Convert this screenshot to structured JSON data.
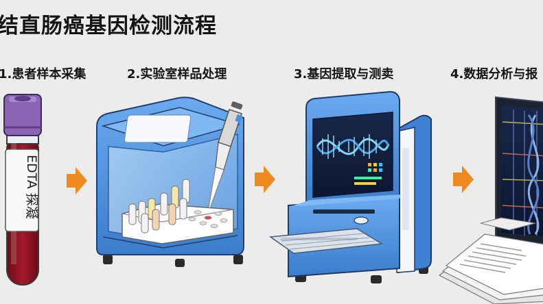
{
  "title": "结直肠癌基因检测流程",
  "steps": [
    {
      "label": "1.患者样本采集"
    },
    {
      "label": "2.实验室样品处理"
    },
    {
      "label": "3.基因提取与测卖"
    },
    {
      "label": "4.数据分析与报"
    }
  ],
  "tube_label": "EDTA 探凝",
  "colors": {
    "accent_arrow": "#f08a1e",
    "device_blue": "#4a8fdc",
    "tube_cap_purple": "#7f58a8",
    "blood_red": "#8c1220"
  },
  "icons": [
    "blood-tube-icon",
    "biosafety-cabinet-icon",
    "pipette-icon",
    "sequencer-icon",
    "dna-helix-icon",
    "monitor-icon",
    "report-papers-icon",
    "arrow-right-icon"
  ]
}
